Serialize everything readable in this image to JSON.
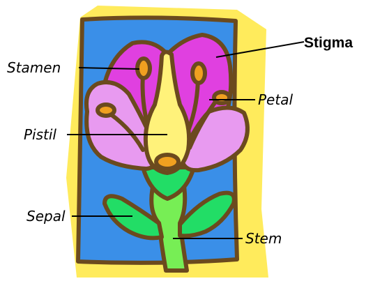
{
  "labels": {
    "stigma": "Stigma",
    "stamen": "Stamen",
    "petal": "Petal",
    "pistil": "Pistil",
    "sepal": "Sepal",
    "stem": "Stem"
  },
  "colors": {
    "background_card": "#ffeb5c",
    "panel": "#3a8fe8",
    "outline": "#6b4a1e",
    "petal_dark": "#e040e0",
    "petal_light": "#e89af0",
    "pistil": "#fff27a",
    "stamen": "#f0a020",
    "leaf": "#22dd66",
    "stem": "#77ee55"
  }
}
